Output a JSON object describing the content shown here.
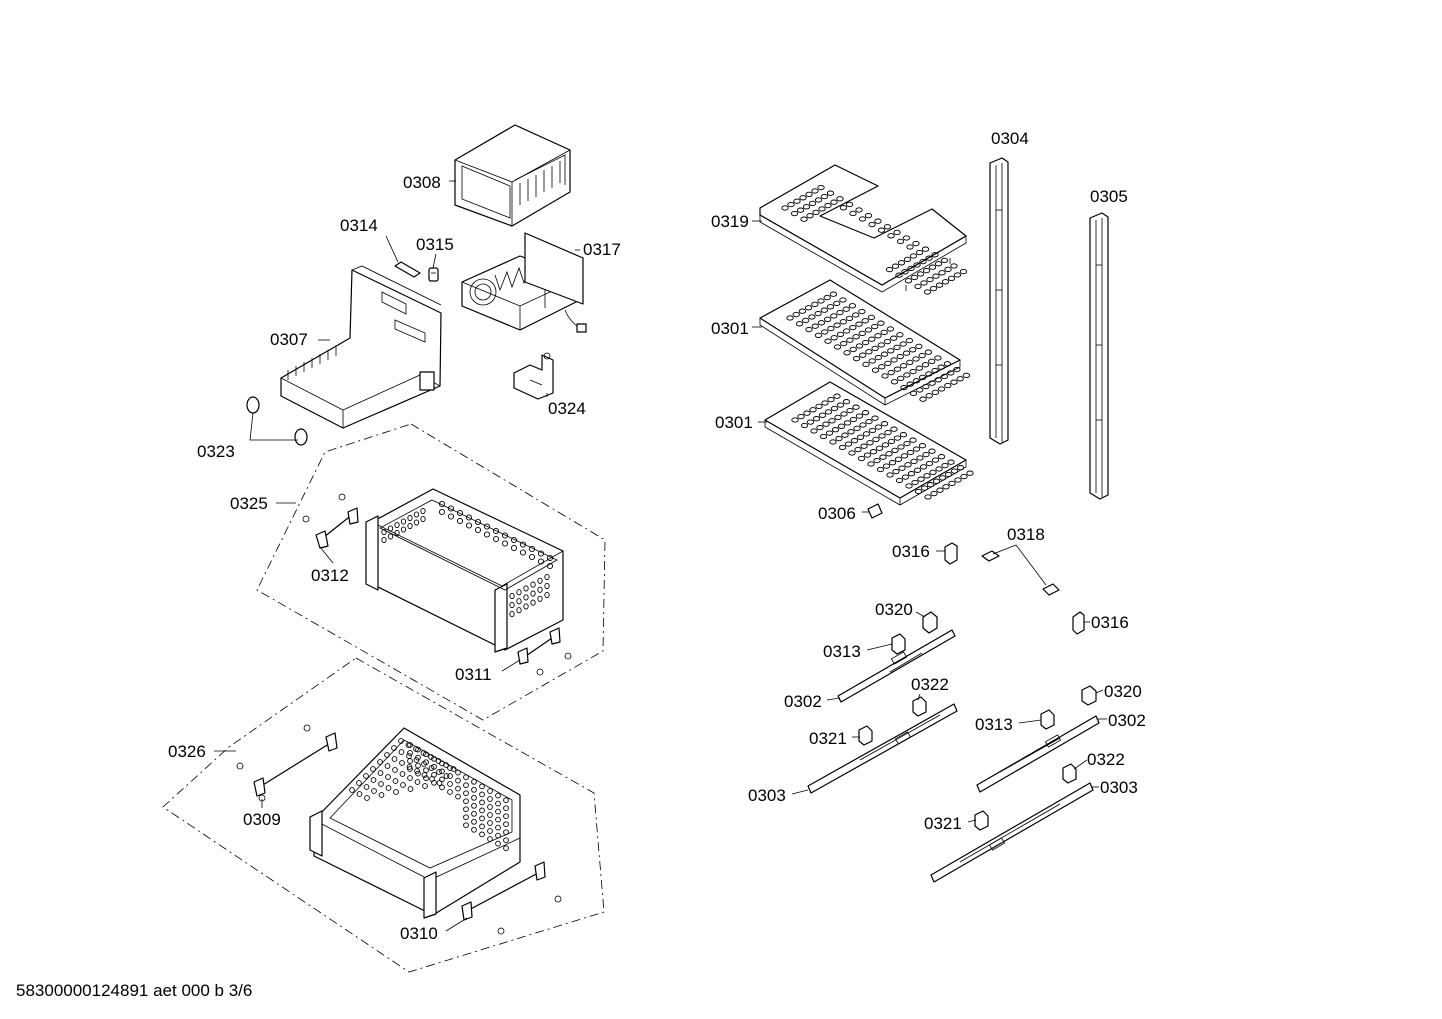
{
  "footer": "58300000124891 aet 000 b 3/6",
  "labels": {
    "p0308": "0308",
    "p0314": "0314",
    "p0315": "0315",
    "p0317": "0317",
    "p0307": "0307",
    "p0324": "0324",
    "p0323": "0323",
    "p0325": "0325",
    "p0312": "0312",
    "p0311": "0311",
    "p0326": "0326",
    "p0309": "0309",
    "p0310": "0310",
    "p0304": "0304",
    "p0305": "0305",
    "p0319": "0319",
    "p0301a": "0301",
    "p0301b": "0301",
    "p0306": "0306",
    "p0316a": "0316",
    "p0318": "0318",
    "p0316b": "0316",
    "p0320a": "0320",
    "p0313a": "0313",
    "p0302a": "0302",
    "p0322a": "0322",
    "p0321a": "0321",
    "p0303a": "0303",
    "p0320b": "0320",
    "p0313b": "0313",
    "p0302b": "0302",
    "p0322b": "0322",
    "p0303b": "0303",
    "p0321b": "0321"
  }
}
